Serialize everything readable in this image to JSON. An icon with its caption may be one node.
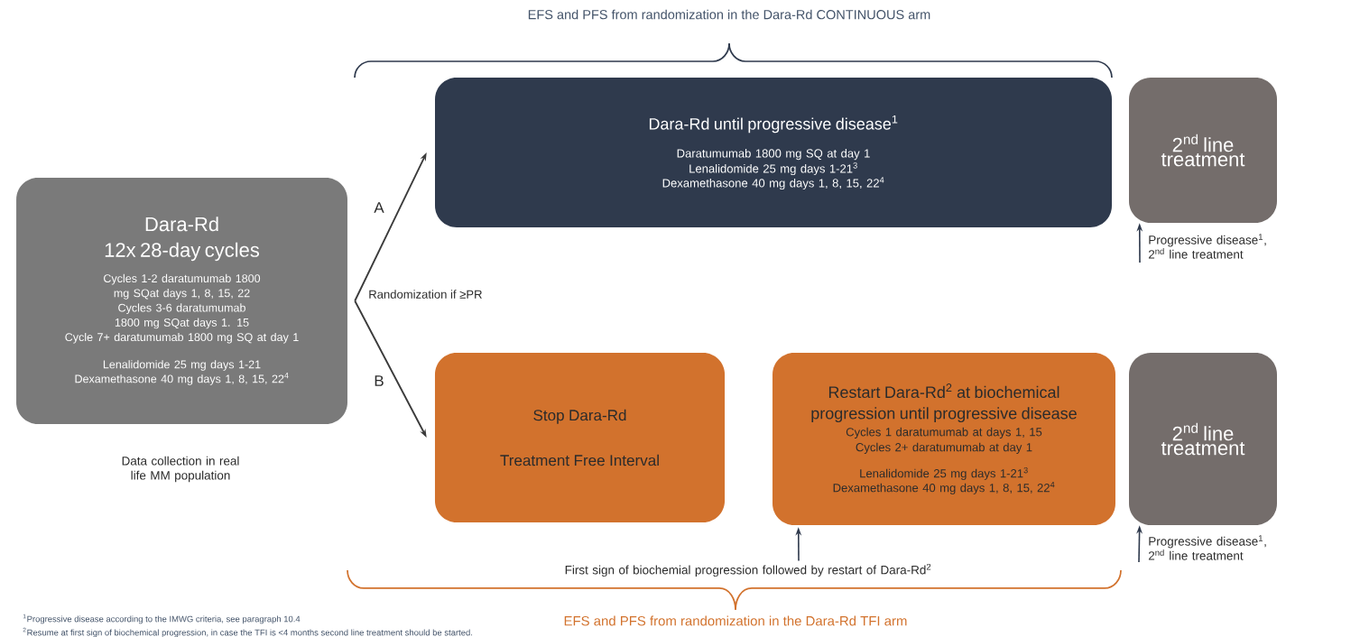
{
  "diagram": {
    "nodes": [
      {
        "text": [
          "Dara-Rd",
          "12x 28-day cycles",
          "Cycles 1-2 daratumumab 1800 mg SQat days 1, 8, 15, 22",
          "Cycles 3-6 daratumumab 1800 mg SQat days 1. 15",
          "Cycle 7+ daratumumab 1800 mg SQ at day 1",
          "Lenalidomide 25 mg days 1-21",
          "Dexamethasone 40 mg days 1, 8, 15, 22$^{4}$"
        ],
        "beside": [
          "Data collection in real life MM population"
        ]
      },
      {
        "text": [
          "Dara-Rd until progressive disease$^{1}$",
          "Daratumumab 1800 mg SQ at day 1",
          "Lenalidomide 25 mg days 1-21$^{3}$",
          "Dexamethasone 40 mg days 1, 8, 15, 22$^{4}$"
        ]
      },
      {
        "text": [
          "2$^{nd}$ line treatment"
        ]
      },
      {
        "text": [
          "Stop Dara-Rd",
          "Treatment Free Interval"
        ]
      },
      {
        "text": [
          "Restart Dara-Rd$^{2}$ at biochemical progression until progressive disease",
          "Cycles 1 daratumumab at days 1, 15",
          "Cycles 2+ daratumumab at day 1",
          "Lenalidomide 25 mg days 1-21$^{3}$",
          "Dexamethasone 40 mg days 1, 8, 15, 22$^{4}$"
        ]
      },
      {
        "text": [
          "2$^{nd}$ line treatment"
        ]
      },
      {
        "text": [
          "Progressive disease$^{1}$, 2$^{nd}$ line treatment"
        ]
      },
      {
        "text": [
          "First sign of biochemial progression followed by restart of Dara-Rd$^{2}$"
        ]
      },
      {
        "text": [
          "Progressive disease$^{1}$, 2$^{nd}$ line treatment"
        ]
      }
    ],
    "edges": [
      {
        "from": 0,
        "to": 1,
        "arrow": "to",
        "label": "A"
      },
      {
        "from": 0,
        "to": 3,
        "arrow": "to",
        "label": "B"
      },
      {
        "from": 6,
        "to": 2,
        "arrow": "to"
      },
      {
        "from": 7,
        "to": 4,
        "arrow": "to"
      },
      {
        "from": 8,
        "to": 5,
        "arrow": "to"
      }
    ],
    "labels": [
      "EFS and PFS from randomization in the Dara-Rd CONTINUOUS arm",
      "Randomization if ≥PR",
      "EFS and PFS from randomization in the Dara-Rd TFI arm",
      "$^{1}$Progressive disease according to the IMWG criteria, see paragraph 10.4",
      "$^{2}$Resume at first sign of biochemical progression, in case the TFI is <4 months second line treatment should be started."
    ]
  }
}
